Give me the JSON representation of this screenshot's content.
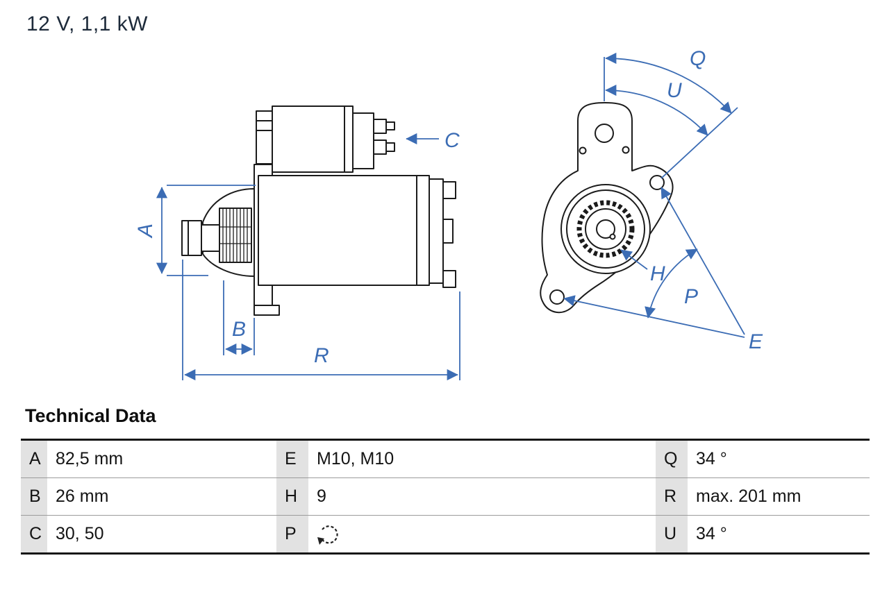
{
  "title": "12 V, 1,1 kW",
  "diagram": {
    "description": "starter-motor side view and mounting-flange front view",
    "dimension_color": "#3b6cb4",
    "outline_color": "#1b1b1b",
    "dim_labels": {
      "A": "A",
      "B": "B",
      "C": "C",
      "R": "R",
      "Q": "Q",
      "U": "U",
      "H": "H",
      "P": "P",
      "E": "E"
    }
  },
  "technical_data": {
    "heading": "Technical Data",
    "rows": [
      {
        "cells": [
          {
            "key": "A",
            "value": "82,5 mm"
          },
          {
            "key": "E",
            "value": "M10, M10"
          },
          {
            "key": "Q",
            "value": "34 °"
          }
        ]
      },
      {
        "cells": [
          {
            "key": "B",
            "value": "26 mm"
          },
          {
            "key": "H",
            "value": "9"
          },
          {
            "key": "R",
            "value": "max. 201 mm"
          }
        ]
      },
      {
        "cells": [
          {
            "key": "C",
            "value": "30, 50"
          },
          {
            "key": "P",
            "value": "",
            "icon": "rotation-direction-icon"
          },
          {
            "key": "U",
            "value": "34 °"
          }
        ]
      }
    ]
  }
}
